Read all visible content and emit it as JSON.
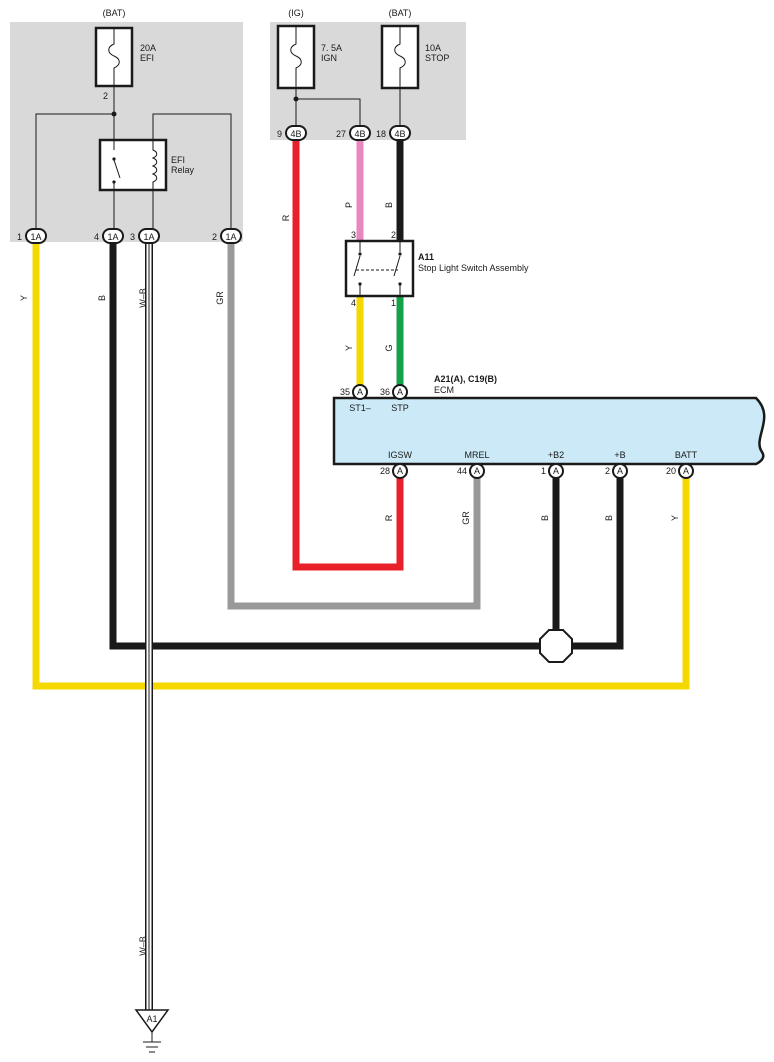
{
  "boxes": {
    "left": {
      "supply": "(BAT)",
      "fuse": {
        "rating": "20A",
        "name": "EFI"
      },
      "fuse_pin": "2",
      "relay": {
        "line1": "EFI",
        "line2": "Relay"
      }
    },
    "right": {
      "fuse_ign": {
        "supply": "(IG)",
        "rating": "7. 5A",
        "name": "IGN"
      },
      "fuse_stop": {
        "supply": "(BAT)",
        "rating": "10A",
        "name": "STOP"
      }
    }
  },
  "connectors_1a": [
    {
      "pin": "1",
      "code": "1A",
      "wire": "Y"
    },
    {
      "pin": "4",
      "code": "1A",
      "wire": "B"
    },
    {
      "pin": "3",
      "code": "1A",
      "wire": "W–B"
    },
    {
      "pin": "2",
      "code": "1A",
      "wire": "GR"
    }
  ],
  "connectors_4b": [
    {
      "pin": "9",
      "code": "4B",
      "wire": "R"
    },
    {
      "pin": "27",
      "code": "4B",
      "wire": "P"
    },
    {
      "pin": "18",
      "code": "4B",
      "wire": "B"
    }
  ],
  "switch": {
    "id": "A11",
    "name": "Stop Light Switch Assembly",
    "pin_top_left": "3",
    "pin_top_right": "2",
    "pin_bottom_left": "4",
    "pin_bottom_right": "1",
    "wire_left": "Y",
    "wire_right": "G"
  },
  "ecm": {
    "id": "A21(A), C19(B)",
    "name": "ECM",
    "top_pins": [
      {
        "pin": "35",
        "code": "A",
        "label": "ST1–"
      },
      {
        "pin": "36",
        "code": "A",
        "label": "STP"
      }
    ],
    "bottom_pins": [
      {
        "pin": "28",
        "code": "A",
        "label": "IGSW",
        "wire": "R"
      },
      {
        "pin": "44",
        "code": "A",
        "label": "MREL",
        "wire": "GR"
      },
      {
        "pin": "1",
        "code": "A",
        "label": "+B2",
        "wire": "B"
      },
      {
        "pin": "2",
        "code": "A",
        "label": "+B",
        "wire": "B"
      },
      {
        "pin": "20",
        "code": "A",
        "label": "BATT",
        "wire": "Y"
      }
    ]
  },
  "ground": {
    "id": "A1",
    "wire": "W–B"
  },
  "colors": {
    "yellow": "#f5d800",
    "red": "#e8202a",
    "pink": "#e887bf",
    "black": "#1a1a1a",
    "green": "#13a24a",
    "gray": "#999999",
    "box_fill": "#d9d9d9",
    "ecm_fill": "#cbe9f7"
  }
}
